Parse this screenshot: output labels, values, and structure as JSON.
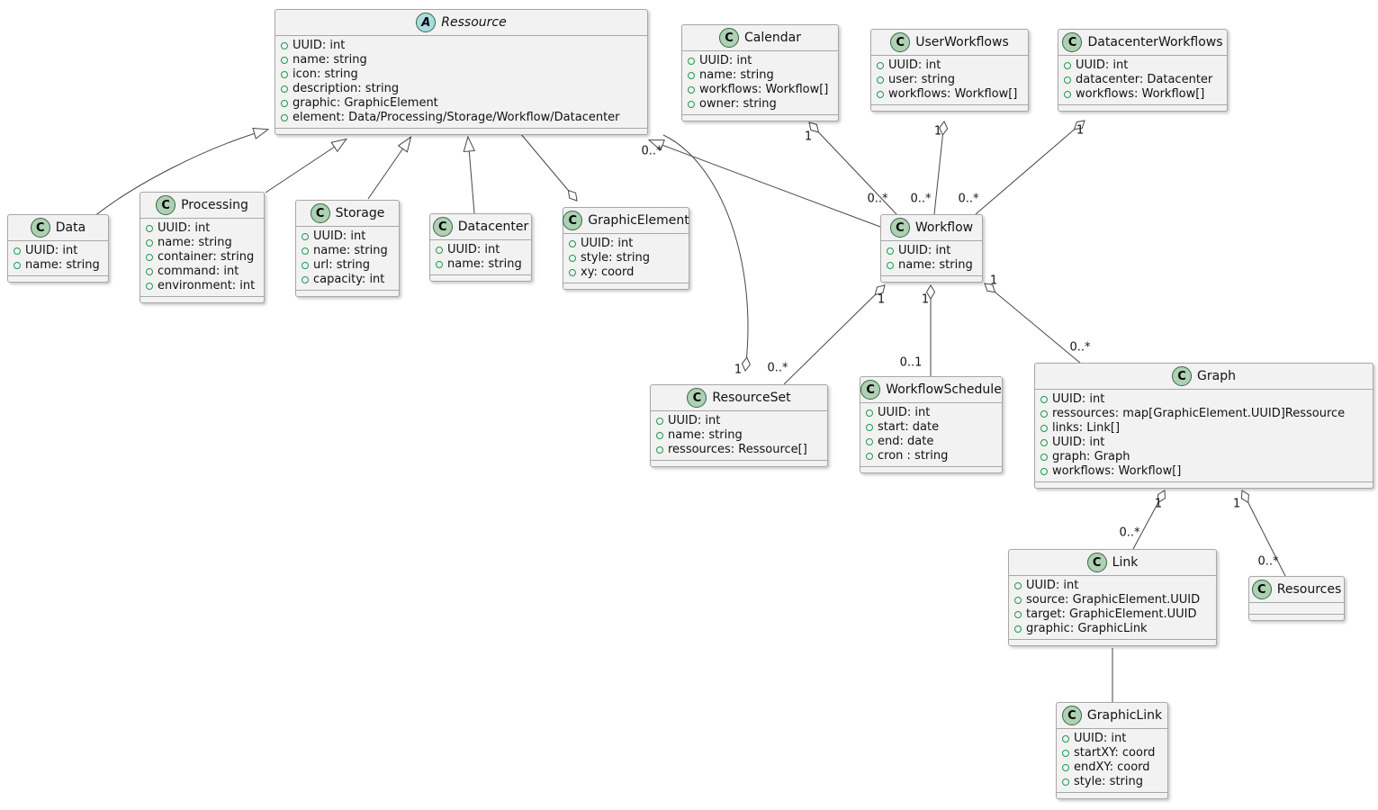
{
  "diagram": {
    "classes": [
      {
        "id": "ressource",
        "name": "Ressource",
        "icon_letter": "A",
        "abstract": true,
        "attributes": [
          "UUID: int",
          "name: string",
          "icon: string",
          "description: string",
          "graphic: GraphicElement",
          "element: Data/Processing/Storage/Workflow/Datacenter"
        ]
      },
      {
        "id": "calendar",
        "name": "Calendar",
        "icon_letter": "C",
        "abstract": false,
        "attributes": [
          "UUID: int",
          "name: string",
          "workflows: Workflow[]",
          "owner: string"
        ]
      },
      {
        "id": "userworkflows",
        "name": "UserWorkflows",
        "icon_letter": "C",
        "abstract": false,
        "attributes": [
          "UUID: int",
          "user: string",
          "workflows: Workflow[]"
        ]
      },
      {
        "id": "datacenterworkflows",
        "name": "DatacenterWorkflows",
        "icon_letter": "C",
        "abstract": false,
        "attributes": [
          "UUID: int",
          "datacenter: Datacenter",
          "workflows: Workflow[]"
        ]
      },
      {
        "id": "data",
        "name": "Data",
        "icon_letter": "C",
        "abstract": false,
        "attributes": [
          "UUID: int",
          "name: string"
        ]
      },
      {
        "id": "processing",
        "name": "Processing",
        "icon_letter": "C",
        "abstract": false,
        "attributes": [
          "UUID: int",
          "name: string",
          "container: string",
          "command: int",
          "environment: int"
        ]
      },
      {
        "id": "storage",
        "name": "Storage",
        "icon_letter": "C",
        "abstract": false,
        "attributes": [
          "UUID: int",
          "name: string",
          "url: string",
          "capacity: int"
        ]
      },
      {
        "id": "datacenter",
        "name": "Datacenter",
        "icon_letter": "C",
        "abstract": false,
        "attributes": [
          "UUID: int",
          "name: string"
        ]
      },
      {
        "id": "graphicelement",
        "name": "GraphicElement",
        "icon_letter": "C",
        "abstract": false,
        "attributes": [
          "UUID: int",
          "style: string",
          "xy: coord"
        ]
      },
      {
        "id": "workflow",
        "name": "Workflow",
        "icon_letter": "C",
        "abstract": false,
        "attributes": [
          "UUID: int",
          "name: string"
        ]
      },
      {
        "id": "resourceset",
        "name": "ResourceSet",
        "icon_letter": "C",
        "abstract": false,
        "attributes": [
          "UUID: int",
          "name: string",
          "ressources: Ressource[]"
        ]
      },
      {
        "id": "workflowschedule",
        "name": "WorkflowSchedule",
        "icon_letter": "C",
        "abstract": false,
        "attributes": [
          "UUID: int",
          "start: date",
          "end: date",
          "cron : string"
        ]
      },
      {
        "id": "graph",
        "name": "Graph",
        "icon_letter": "C",
        "abstract": false,
        "attributes": [
          "UUID: int",
          "ressources: map[GraphicElement.UUID]Ressource",
          "links: Link[]",
          "UUID: int",
          "graph: Graph",
          "workflows: Workflow[]"
        ]
      },
      {
        "id": "link",
        "name": "Link",
        "icon_letter": "C",
        "abstract": false,
        "attributes": [
          "UUID: int",
          "source: GraphicElement.UUID",
          "target: GraphicElement.UUID",
          "graphic: GraphicLink"
        ]
      },
      {
        "id": "resources",
        "name": "Resources",
        "icon_letter": "C",
        "abstract": false,
        "attributes": []
      },
      {
        "id": "graphiclink",
        "name": "GraphicLink",
        "icon_letter": "C",
        "abstract": false,
        "attributes": [
          "UUID: int",
          "startXY: coord",
          "endXY: coord",
          "style: string"
        ]
      }
    ],
    "relationships": [
      {
        "from": "Data",
        "to": "Ressource",
        "type": "generalization"
      },
      {
        "from": "Processing",
        "to": "Ressource",
        "type": "generalization"
      },
      {
        "from": "Storage",
        "to": "Ressource",
        "type": "generalization"
      },
      {
        "from": "Datacenter",
        "to": "Ressource",
        "type": "generalization"
      },
      {
        "from": "Workflow",
        "to": "Ressource",
        "type": "generalization"
      },
      {
        "from": "Ressource",
        "to": "GraphicElement",
        "type": "aggregation"
      },
      {
        "from": "Calendar",
        "to": "Workflow",
        "type": "aggregation",
        "from_mult": "1",
        "to_mult": "0..*"
      },
      {
        "from": "UserWorkflows",
        "to": "Workflow",
        "type": "aggregation",
        "from_mult": "1",
        "to_mult": "0..*"
      },
      {
        "from": "DatacenterWorkflows",
        "to": "Workflow",
        "type": "aggregation",
        "from_mult": "1",
        "to_mult": "0..*"
      },
      {
        "from": "ResourceSet",
        "to": "Ressource",
        "type": "aggregation",
        "from_mult": "1",
        "to_mult": "0..*"
      },
      {
        "from": "Workflow",
        "to": "ResourceSet",
        "type": "aggregation",
        "from_mult": "1",
        "to_mult": "0..*"
      },
      {
        "from": "Workflow",
        "to": "WorkflowSchedule",
        "type": "aggregation",
        "from_mult": "1",
        "to_mult": "0..1"
      },
      {
        "from": "Workflow",
        "to": "Graph",
        "type": "aggregation",
        "from_mult": "1",
        "to_mult": "0..*"
      },
      {
        "from": "Graph",
        "to": "Link",
        "type": "aggregation",
        "from_mult": "1",
        "to_mult": "0..*"
      },
      {
        "from": "Graph",
        "to": "Resources",
        "type": "aggregation",
        "from_mult": "1",
        "to_mult": "0..*"
      },
      {
        "from": "Link",
        "to": "GraphicLink",
        "type": "association"
      }
    ],
    "colors": {
      "class_fill": "#F2F2F2",
      "border": "#A7A7A7",
      "edge": "#454645",
      "class_icon_fill": "#ADD1B2",
      "abstract_icon_fill": "#A9DCDF",
      "field_bullet": "#1E9A50"
    }
  }
}
